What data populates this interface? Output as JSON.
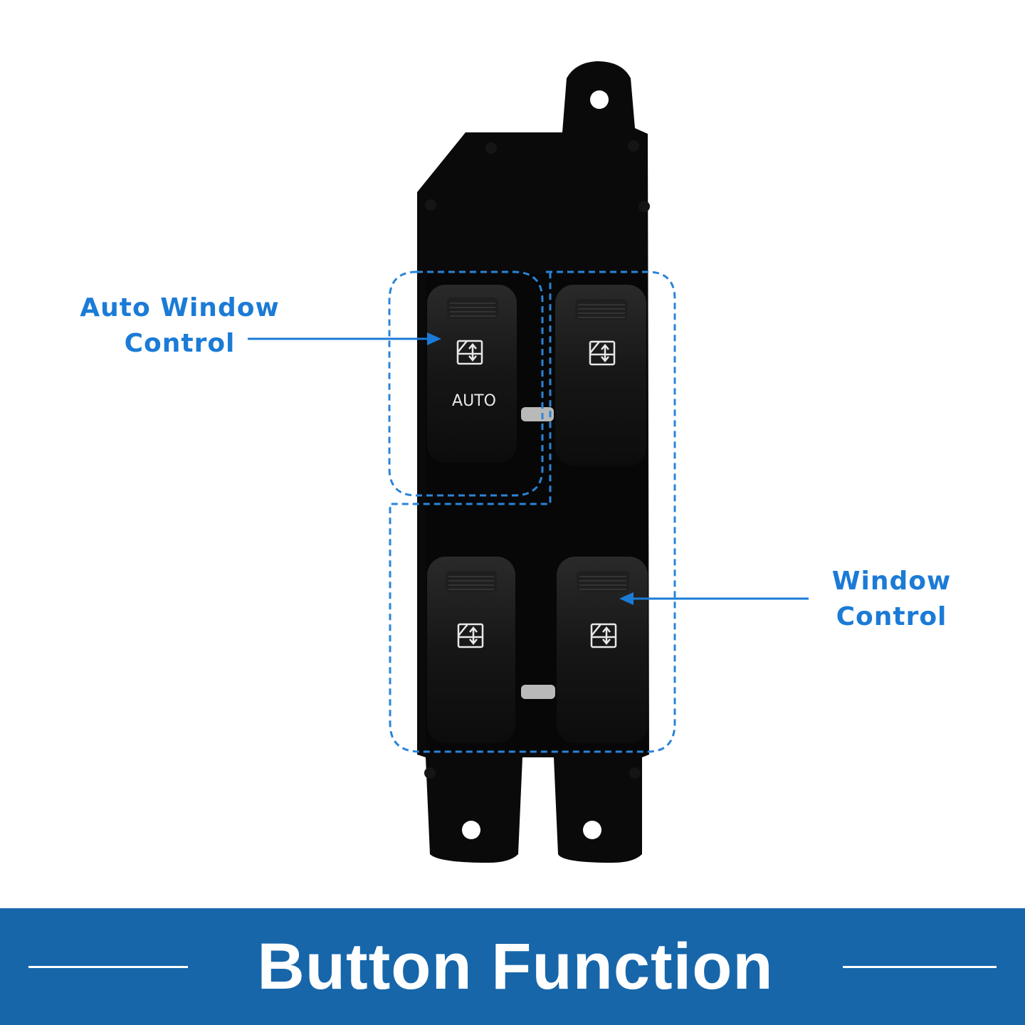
{
  "product": {
    "switch_label": "AUTO"
  },
  "callouts": {
    "auto_window": [
      "Auto Window",
      "Control"
    ],
    "window": [
      "Window",
      "Control"
    ]
  },
  "banner": {
    "title": "Button Function"
  },
  "colors": {
    "callout_blue": "#1b7bd6",
    "banner_blue": "#1766aa",
    "panel_black": "#0a0a0a",
    "outline_dashed": "#2a84d8"
  }
}
